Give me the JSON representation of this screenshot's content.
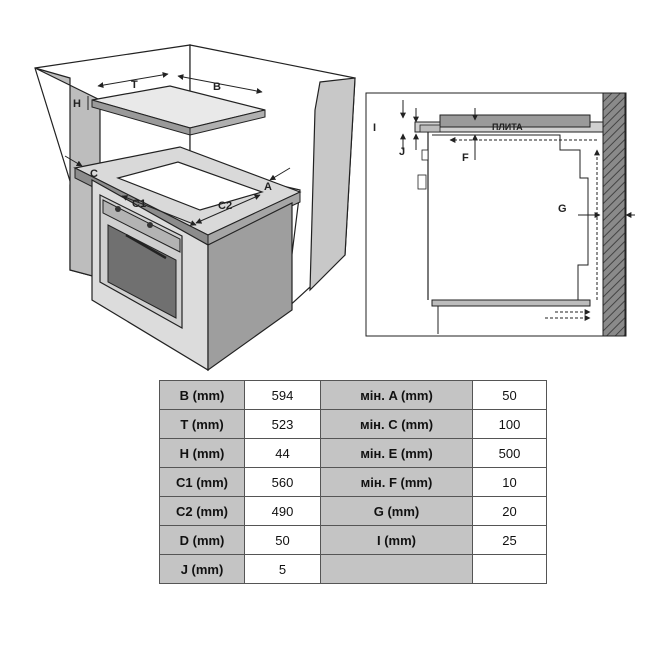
{
  "labels": {
    "T": "T",
    "B": "B",
    "H": "H",
    "C": "C",
    "A": "A",
    "C1": "C1",
    "C2": "C2",
    "I": "I",
    "J": "J",
    "F": "F",
    "G": "G",
    "plita": "ПЛИТА"
  },
  "table": {
    "rows": [
      [
        {
          "k": "B (mm)",
          "v": "594"
        },
        {
          "k": "мін. A (mm)",
          "v": "50"
        }
      ],
      [
        {
          "k": "T (mm)",
          "v": "523"
        },
        {
          "k": "мін. C (mm)",
          "v": "100"
        }
      ],
      [
        {
          "k": "H (mm)",
          "v": "44"
        },
        {
          "k": "мін. E (mm)",
          "v": "500"
        }
      ],
      [
        {
          "k": "C1 (mm)",
          "v": "560"
        },
        {
          "k": "мін. F (mm)",
          "v": "10"
        }
      ],
      [
        {
          "k": "C2 (mm)",
          "v": "490"
        },
        {
          "k": "G (mm)",
          "v": "20"
        }
      ],
      [
        {
          "k": "D (mm)",
          "v": "50"
        },
        {
          "k": "I (mm)",
          "v": "25"
        }
      ],
      [
        {
          "k": "J (mm)",
          "v": "5"
        },
        {
          "k": "",
          "v": ""
        }
      ]
    ]
  }
}
